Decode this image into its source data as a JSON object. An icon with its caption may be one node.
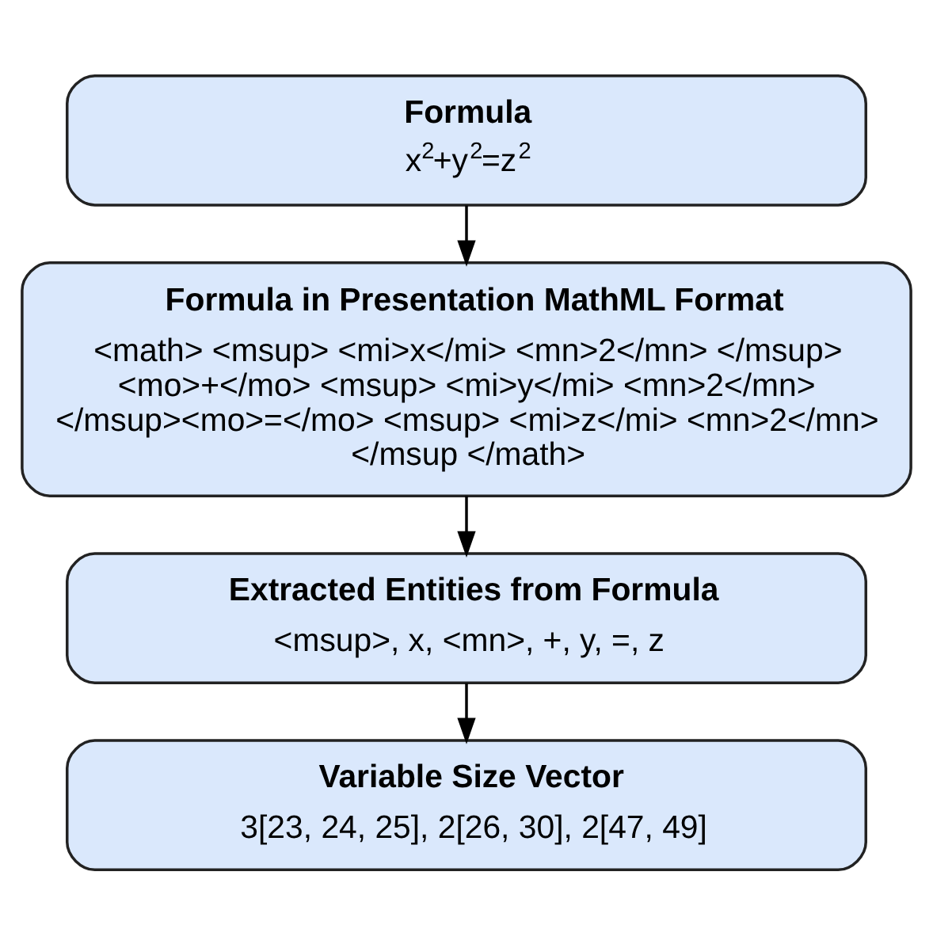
{
  "diagram": {
    "nodes": [
      {
        "text": [
          "Formula",
          "x$^{2}$+y$^{2}$=z$^{2}$"
        ]
      },
      {
        "text": [
          "Formula in Presentation MathML Format",
          "<math> <msup> <mi>x</mi> <mn>2</mn> </msup> <mo>+</mo> <msup> <mi>y</mi> <mn>2</mn> </msup><mo>=</mo> <msup> <mi>z</mi> <mn>2</mn> </msup </math>"
        ]
      },
      {
        "text": [
          "Extracted Entities from Formula",
          "<msup>, x, <mn>, +, y, =, z"
        ]
      },
      {
        "text": [
          "Variable Size Vector",
          "3[23, 24, 25], 2[26, 30], 2[47, 49]"
        ]
      }
    ],
    "edges": [
      {
        "from": 0,
        "to": 1,
        "arrow": "to"
      },
      {
        "from": 1,
        "to": 2,
        "arrow": "to"
      },
      {
        "from": 2,
        "to": 3,
        "arrow": "to"
      }
    ]
  }
}
